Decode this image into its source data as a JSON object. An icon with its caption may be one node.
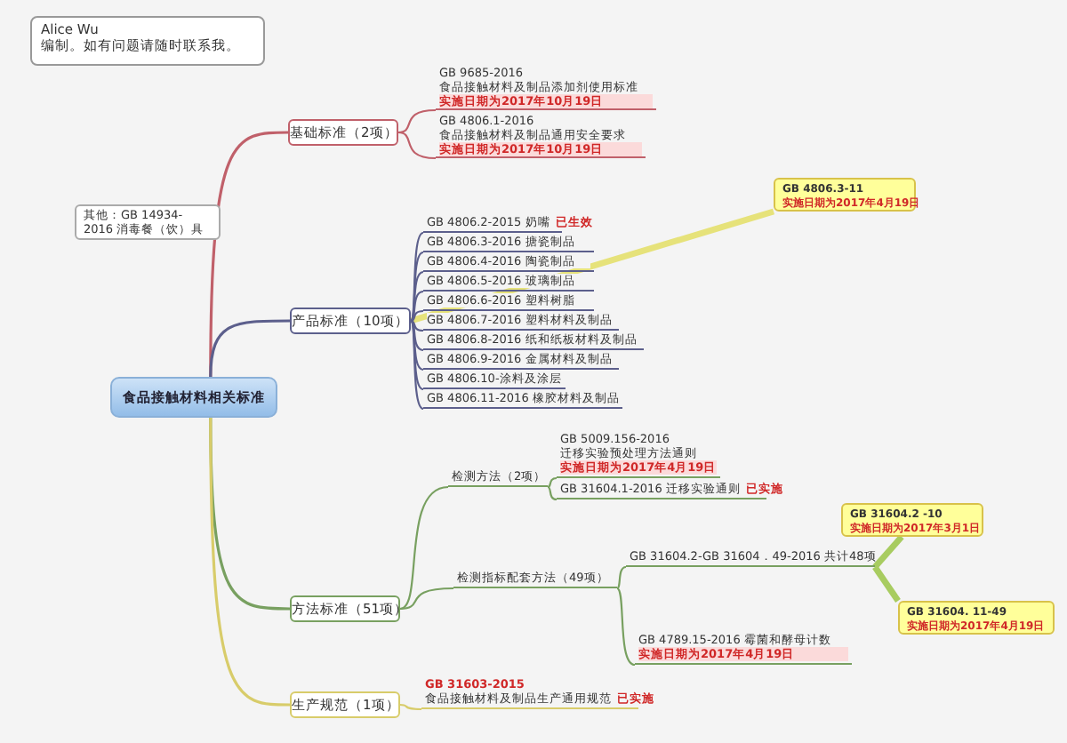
{
  "diagram": {
    "nodes": [
      {
        "text": [
          "Alice Wu",
          "编制。如有问题请随时联系我。"
        ]
      },
      {
        "text": [
          "其他：GB 14934-2016 消毒餐（饮）具"
        ]
      },
      {
        "text": [
          "食品接触材料相关标准"
        ]
      },
      {
        "text": [
          "基础标准（2项）"
        ]
      },
      {
        "text": [
          "GB 9685-2016",
          "食品接触材料及制品添加剂使用标准",
          "实施日期为2017年10月19日"
        ]
      },
      {
        "text": [
          "GB 4806.1-2016",
          "食品接触材料及制品通用安全要求",
          "实施日期为2017年10月19日"
        ]
      },
      {
        "text": [
          "产品标准（10项）"
        ]
      },
      {
        "text": [
          "GB 4806.2-2015 奶嘴",
          "已生效"
        ]
      },
      {
        "text": [
          "GB 4806.3-2016 搪瓷制品"
        ]
      },
      {
        "text": [
          "GB 4806.4-2016 陶瓷制品"
        ]
      },
      {
        "text": [
          "GB 4806.5-2016 玻璃制品"
        ]
      },
      {
        "text": [
          "GB 4806.6-2016 塑料树脂"
        ]
      },
      {
        "text": [
          "GB 4806.7-2016 塑料材料及制品"
        ]
      },
      {
        "text": [
          "GB 4806.8-2016 纸和纸板材料及制品"
        ]
      },
      {
        "text": [
          "GB 4806.9-2016 金属材料及制品"
        ]
      },
      {
        "text": [
          "GB 4806.10-涂料及涂层"
        ]
      },
      {
        "text": [
          "GB 4806.11-2016 橡胶材料及制品"
        ]
      },
      {
        "text": [
          "GB 4806.3-11",
          "实施日期为2017年4月19日"
        ]
      },
      {
        "text": [
          "方法标准（51项）"
        ]
      },
      {
        "text": [
          "检测方法（2项）"
        ]
      },
      {
        "text": [
          "GB 5009.156-2016",
          "迁移实验预处理方法通则",
          "实施日期为2017年4月19日"
        ]
      },
      {
        "text": [
          "GB 31604.1-2016 迁移实验通则",
          "已实施"
        ]
      },
      {
        "text": [
          "检测指标配套方法（49项）"
        ]
      },
      {
        "text": [
          "GB 31604.2-GB 31604．49-2016 共计48项"
        ]
      },
      {
        "text": [
          "GB 31604.2 -10",
          "实施日期为2017年3月1日"
        ]
      },
      {
        "text": [
          "GB 31604. 11-49",
          "实施日期为2017年4月19日"
        ]
      },
      {
        "text": [
          "GB 4789.15-2016 霉菌和酵母计数",
          "实施日期为2017年4月19日"
        ]
      },
      {
        "text": [
          "生产规范（1项）"
        ]
      },
      {
        "text": [
          "GB 31603-2015",
          "食品接触材料及制品生产通用规范",
          "已实施"
        ]
      }
    ],
    "edges": [
      {
        "from": 2,
        "to": 3,
        "arrow": "none",
        "color": "#c0606a"
      },
      {
        "from": 2,
        "to": 6,
        "arrow": "none"
      },
      {
        "from": 2,
        "to": 18,
        "arrow": "none",
        "color": "#78a060"
      },
      {
        "from": 2,
        "to": 27,
        "arrow": "none",
        "color": "#d8cc6a"
      },
      {
        "from": 3,
        "to": 4,
        "arrow": "none",
        "color": "#c0606a"
      },
      {
        "from": 3,
        "to": 5,
        "arrow": "none",
        "color": "#c0606a"
      },
      {
        "from": 6,
        "to": 7,
        "arrow": "none"
      },
      {
        "from": 6,
        "to": 8,
        "arrow": "none"
      },
      {
        "from": 6,
        "to": 9,
        "arrow": "none"
      },
      {
        "from": 6,
        "to": 10,
        "arrow": "none"
      },
      {
        "from": 6,
        "to": 11,
        "arrow": "none"
      },
      {
        "from": 6,
        "to": 12,
        "arrow": "none"
      },
      {
        "from": 6,
        "to": 13,
        "arrow": "none"
      },
      {
        "from": 6,
        "to": 14,
        "arrow": "none"
      },
      {
        "from": 6,
        "to": 15,
        "arrow": "none"
      },
      {
        "from": 6,
        "to": 16,
        "arrow": "none"
      },
      {
        "from": 6,
        "to": 17,
        "arrow": "none",
        "style": "thick",
        "color": "#e6e27a"
      },
      {
        "from": 18,
        "to": 19,
        "arrow": "none",
        "color": "#78a060"
      },
      {
        "from": 18,
        "to": 22,
        "arrow": "none",
        "color": "#78a060"
      },
      {
        "from": 19,
        "to": 20,
        "arrow": "none",
        "color": "#78a060"
      },
      {
        "from": 19,
        "to": 21,
        "arrow": "none",
        "color": "#78a060"
      },
      {
        "from": 22,
        "to": 23,
        "arrow": "none",
        "color": "#78a060"
      },
      {
        "from": 22,
        "to": 26,
        "arrow": "none",
        "color": "#78a060"
      },
      {
        "from": 23,
        "to": 24,
        "arrow": "none",
        "style": "thick",
        "color": "#a8cc60"
      },
      {
        "from": 23,
        "to": 25,
        "arrow": "none",
        "style": "thick",
        "color": "#a8cc60"
      },
      {
        "from": 27,
        "to": 28,
        "arrow": "none",
        "color": "#d8cc6a"
      }
    ]
  }
}
